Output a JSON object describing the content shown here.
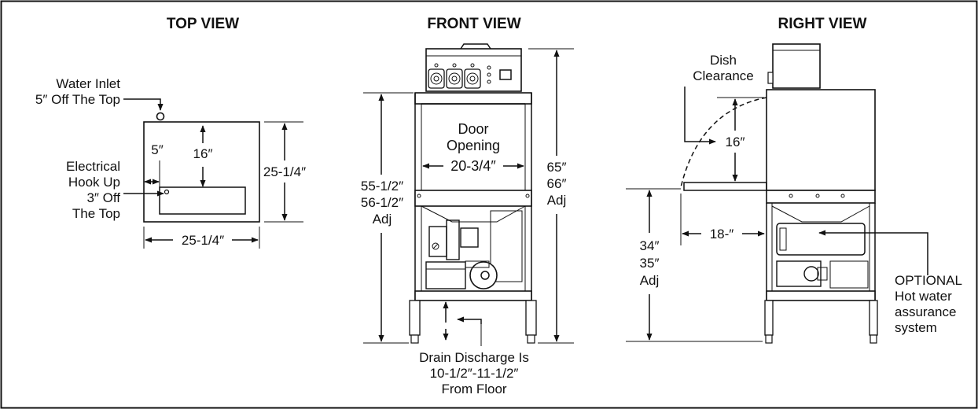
{
  "views": {
    "top": {
      "title": "TOP VIEW",
      "water_inlet": [
        "Water Inlet",
        "5″ Off The Top"
      ],
      "dim_5": "5″",
      "dim_16": "16″",
      "electrical": [
        "Electrical",
        "Hook Up",
        "3″ Off",
        "The Top"
      ],
      "dim_depth": "25-1/4″",
      "dim_width": "25-1/4″"
    },
    "front": {
      "title": "FRONT VIEW",
      "door": [
        "Door",
        "Opening"
      ],
      "door_width": "20-3/4″",
      "height_left": [
        "55-1/2″",
        "56-1/2″",
        "Adj"
      ],
      "height_right": [
        "65″",
        "66″",
        "Adj"
      ],
      "drain": [
        "Drain Discharge Is",
        "10-1/2″-11-1/2″",
        "From Floor"
      ]
    },
    "right": {
      "title": "RIGHT VIEW",
      "dish": [
        "Dish",
        "Clearance"
      ],
      "dim_16": "16″",
      "dim_18": "18-″",
      "height": [
        "34″",
        "35″",
        "Adj"
      ],
      "optional": [
        "OPTIONAL",
        "Hot water",
        "assurance",
        "system"
      ]
    }
  },
  "colors": {
    "line": "#111111",
    "background": "#ffffff"
  }
}
